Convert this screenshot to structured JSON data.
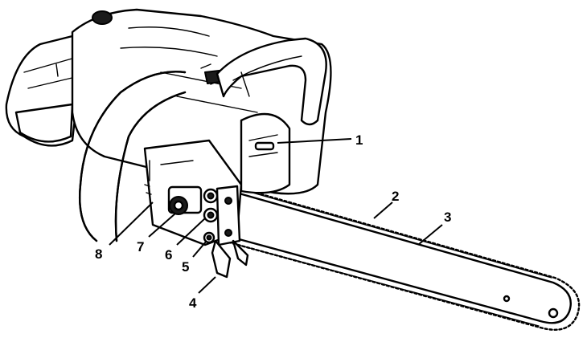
{
  "figure": {
    "callouts": [
      {
        "number": "1"
      },
      {
        "number": "2"
      },
      {
        "number": "3"
      },
      {
        "number": "4"
      },
      {
        "number": "5"
      },
      {
        "number": "6"
      },
      {
        "number": "7"
      },
      {
        "number": "8"
      }
    ]
  }
}
